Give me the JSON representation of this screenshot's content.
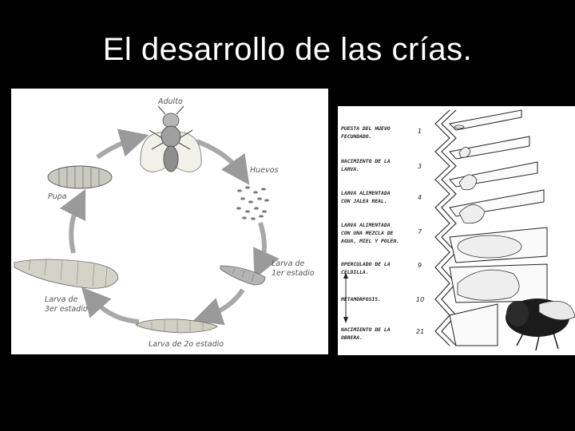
{
  "slide": {
    "title": "El desarrollo de las crías."
  },
  "life_cycle": {
    "stages": [
      {
        "id": "adult",
        "label": "Adulto"
      },
      {
        "id": "eggs",
        "label": "Huevos"
      },
      {
        "id": "larva1",
        "label_line1": "Larva de",
        "label_line2": "1er estadio"
      },
      {
        "id": "larva2",
        "label": "Larva de 2o estadio"
      },
      {
        "id": "larva3",
        "label_line1": "Larva de",
        "label_line2": "3er estadio"
      },
      {
        "id": "pupa",
        "label": "Pupa"
      }
    ]
  },
  "brood_stages": {
    "rows": [
      {
        "line1": "PUESTA DEL HUEVO",
        "line2": "FECUNDADO.",
        "line3": "",
        "day": "1"
      },
      {
        "line1": "NACIMIENTO DE LA",
        "line2": "LARVA.",
        "line3": "",
        "day": "3"
      },
      {
        "line1": "LARVA ALIMENTADA",
        "line2": "CON JALEA REAL.",
        "line3": "",
        "day": "4"
      },
      {
        "line1": "LARVA ALIMENTADA",
        "line2": "CON UNA MEZCLA DE",
        "line3": "AGUA, MIEL Y POLEN.",
        "day": "7"
      },
      {
        "line1": "OPERCULADO DE LA",
        "line2": "CELDILLA.",
        "line3": "",
        "day": "9"
      },
      {
        "line1": "METAMORFOSIS.",
        "line2": "",
        "line3": "",
        "day": "10"
      },
      {
        "line1": "NACIMIENTO DE LA",
        "line2": "OBRERA.",
        "line3": "",
        "day": "21"
      }
    ]
  }
}
